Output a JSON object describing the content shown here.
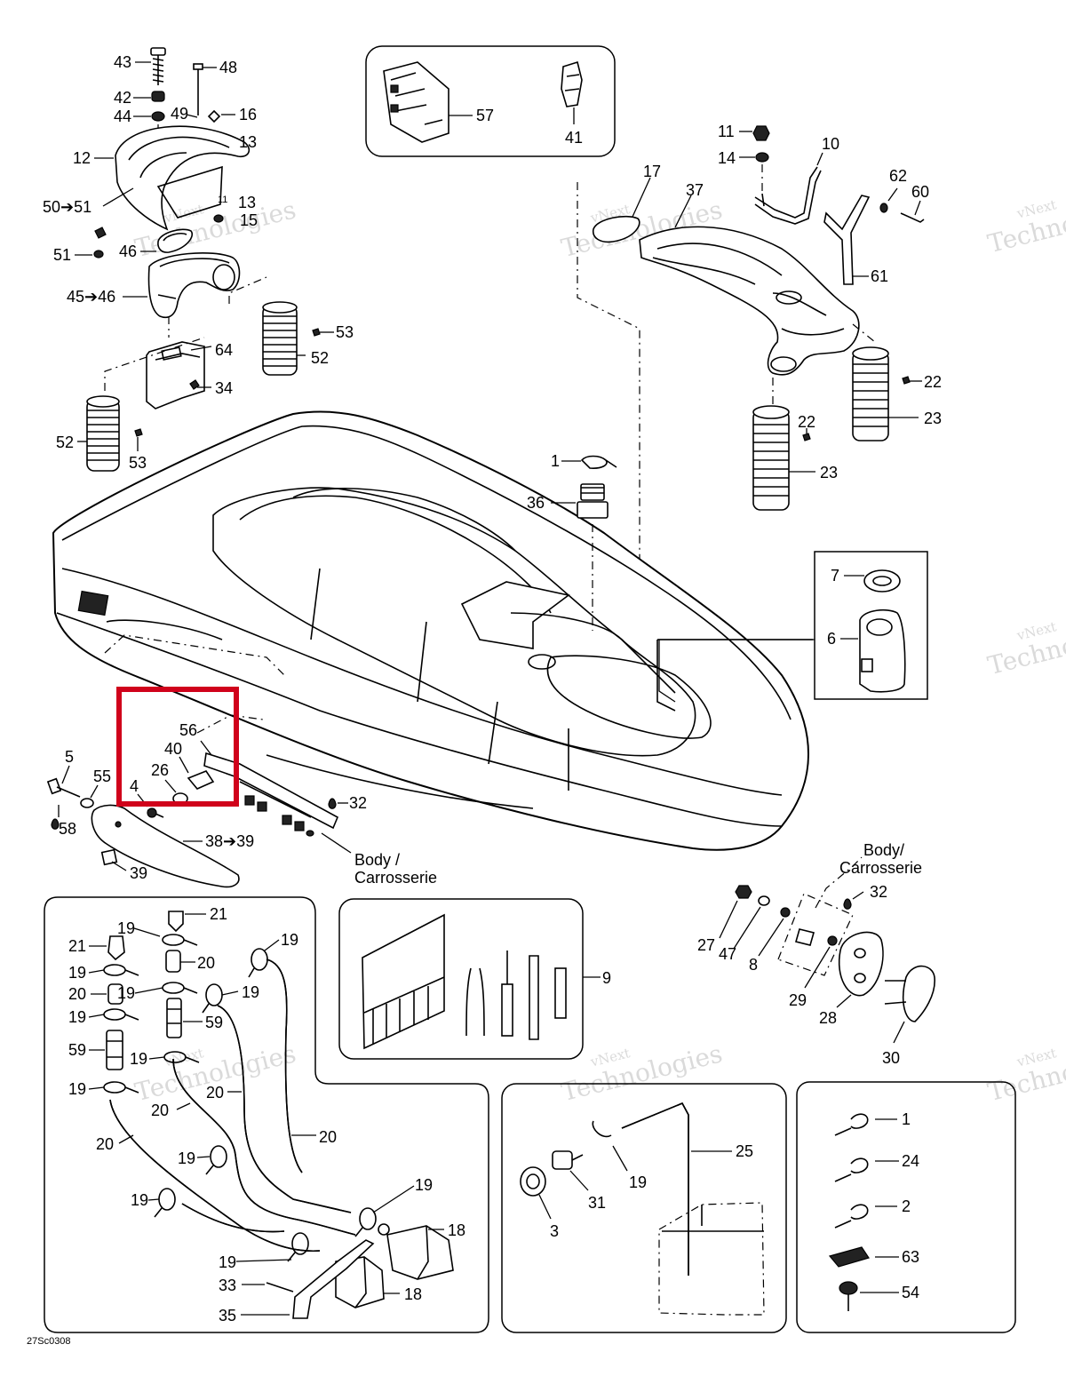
{
  "diagram": {
    "code": "27Sc0308",
    "highlight_color": "#d0021b",
    "watermark": {
      "line1": "vNext",
      "line2": "Technologies"
    },
    "body_label_1": {
      "line1": "Body /",
      "line2": "Carrosserie"
    },
    "body_label_2": {
      "line1": "Body/",
      "line2": "Carrosserie"
    },
    "callouts": {
      "c1a": "1",
      "c1b": "1",
      "c2": "2",
      "c3": "3",
      "c4": "4",
      "c5": "5",
      "c6": "6",
      "c7": "7",
      "c8": "8",
      "c9": "9",
      "c10": "10",
      "c11": "11",
      "c12": "12",
      "c13": "13",
      "c13b": "13",
      "c14": "14",
      "c15": "15",
      "c16": "16",
      "c17": "17",
      "c18a": "18",
      "c18b": "18",
      "c19a": "19",
      "c19b": "19",
      "c19c": "19",
      "c19d": "19",
      "c19e": "19",
      "c19f": "19",
      "c19g": "19",
      "c19h": "19",
      "c19i": "19",
      "c19j": "19",
      "c19k": "19",
      "c19l": "19",
      "c19m": "19",
      "c20a": "20",
      "c20b": "20",
      "c20c": "20",
      "c20d": "20",
      "c20e": "20",
      "c20f": "20",
      "c21a": "21",
      "c21b": "21",
      "c22a": "22",
      "c22b": "22",
      "c23a": "23",
      "c23b": "23",
      "c24": "24",
      "c25": "25",
      "c26": "26",
      "c27": "27",
      "c28": "28",
      "c29": "29",
      "c30": "30",
      "c31": "31",
      "c32a": "32",
      "c32b": "32",
      "c33": "33",
      "c34": "34",
      "c35": "35",
      "c36": "36",
      "c37": "37",
      "c38": "38➔39",
      "c39a": "39",
      "c40": "40",
      "c41": "41",
      "c42": "42",
      "c43": "43",
      "c44": "44",
      "c45": "45➔46",
      "c46": "46",
      "c47": "47",
      "c48": "48",
      "c49": "49",
      "c50": "50➔51",
      "c51": "51",
      "c52a": "52",
      "c52b": "52",
      "c53a": "53",
      "c53b": "53",
      "c54": "54",
      "c55": "55",
      "c56": "56",
      "c57": "57",
      "c58": "58",
      "c59a": "59",
      "c59b": "59",
      "c60": "60",
      "c61": "61",
      "c62": "62",
      "c63": "63",
      "c64": "64"
    }
  }
}
